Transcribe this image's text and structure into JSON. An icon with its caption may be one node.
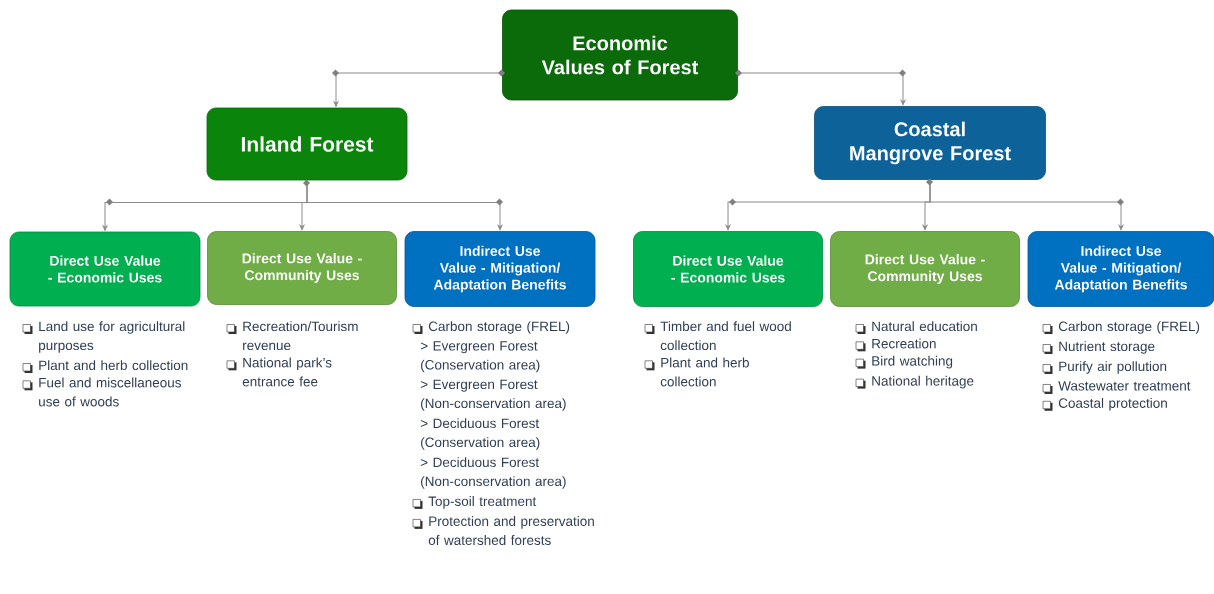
{
  "diagram": {
    "nodes": [
      {
        "text": [
          "Economic Values of Forest"
        ]
      },
      {
        "text": [
          "Inland Forest"
        ]
      },
      {
        "text": [
          "Coastal Mangrove Forest"
        ]
      },
      {
        "text": [
          "Direct Use Value - Economic Uses"
        ],
        "beside": [
          "Land use for agricultural purposes",
          "Plant and herb collection",
          "Fuel and miscellaneous use of woods"
        ]
      },
      {
        "text": [
          "Direct Use Value - Community Uses"
        ],
        "beside": [
          "Recreation/Tourism revenue",
          "National park’s entrance fee"
        ]
      },
      {
        "text": [
          "Indirect Use Value - Mitigation/ Adaptation Benefits"
        ],
        "beside": [
          "Carbon storage (FREL)",
          "> Evergreen Forest (Conservation area)",
          "> Evergreen Forest (Non-conservation area)",
          "> Deciduous Forest (Conservation area)",
          "> Deciduous Forest (Non-conservation area)",
          "Top-soil treatment",
          "Protection and preservation of watershed forests"
        ]
      },
      {
        "text": [
          "Direct Use Value - Economic Uses"
        ],
        "beside": [
          "Timber and fuel wood collection",
          "Plant and herb collection"
        ]
      },
      {
        "text": [
          "Direct Use Value - Community Uses"
        ],
        "beside": [
          "Natural education",
          "Recreation",
          "Bird watching",
          "National heritage"
        ]
      },
      {
        "text": [
          "Indirect Use Value - Mitigation/ Adaptation Benefits"
        ],
        "beside": [
          "Carbon storage (FREL)",
          "Nutrient storage",
          "Purify air pollution",
          "Wastewater treatment",
          "Coastal protection"
        ]
      }
    ],
    "edges": [
      {
        "from": 0,
        "to": 1,
        "arrow": "to"
      },
      {
        "from": 0,
        "to": 2,
        "arrow": "to"
      },
      {
        "from": 1,
        "to": 3,
        "arrow": "to"
      },
      {
        "from": 1,
        "to": 4,
        "arrow": "to"
      },
      {
        "from": 1,
        "to": 5,
        "arrow": "to"
      },
      {
        "from": 2,
        "to": 6,
        "arrow": "to"
      },
      {
        "from": 2,
        "to": 7,
        "arrow": "to"
      },
      {
        "from": 2,
        "to": 8,
        "arrow": "to"
      }
    ]
  }
}
